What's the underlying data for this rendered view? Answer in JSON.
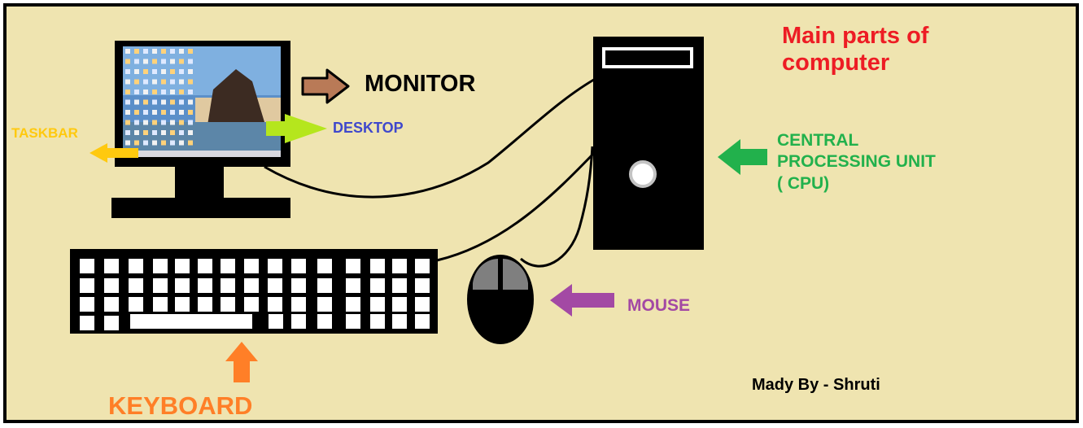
{
  "title": "Main parts of computer",
  "credit": "Mady By - Shruti",
  "labels": {
    "monitor": "MONITOR",
    "desktop": "DESKTOP",
    "taskbar": "TASKBAR",
    "cpu": "CENTRAL PROCESSING UNIT ( CPU)",
    "mouse": "MOUSE",
    "keyboard": "KEYBOARD"
  },
  "colors": {
    "background": "#efe4b0",
    "border": "#000000",
    "title": "#ed1c24",
    "monitor_arrow": "#b97a57",
    "desktop": "#3f48cc",
    "desktop_arrow": "#b5e61d",
    "taskbar": "#ffc90e",
    "cpu": "#22b14c",
    "mouse": "#a349a4",
    "keyboard": "#ff7f27",
    "credit": "#000000"
  },
  "icons": [
    "monitor-icon",
    "cpu-tower-icon",
    "keyboard-icon",
    "mouse-icon"
  ]
}
